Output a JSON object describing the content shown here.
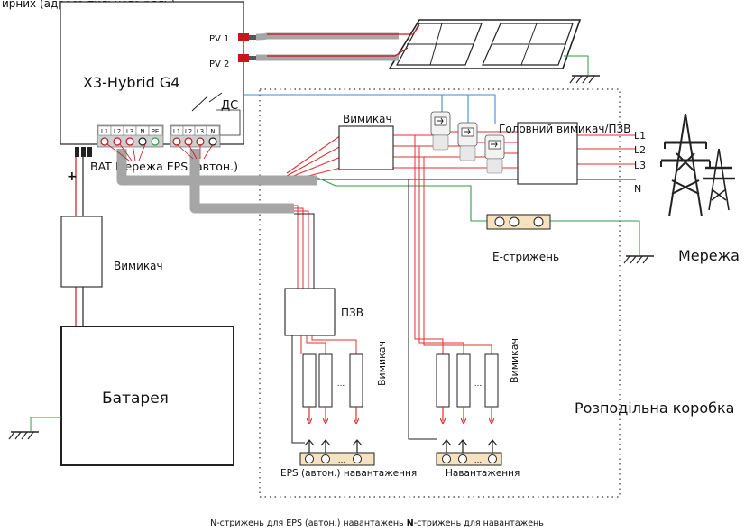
{
  "top_text": "ирних (адреса тильного ряду)",
  "inverter": {
    "model": "X3-Hybrid G4",
    "pv1": "PV 1",
    "pv2": "PV 2",
    "dc": "ДС",
    "terminals_left": [
      "L1",
      "L2",
      "L3",
      "N",
      "PE"
    ],
    "terminals_right": [
      "L1",
      "L2",
      "L3",
      "N"
    ],
    "port_labels": "BAT Мережа EPS (автон.)"
  },
  "battery": {
    "label": "Батарея",
    "breaker": "Вимикач",
    "plus": "+"
  },
  "distribution": {
    "breaker": "Вимикач",
    "main_breaker": "Головний вимикач/ПЗВ",
    "rcd": "ПЗВ",
    "breaker_left_vertical": "Вимикач",
    "breaker_right_vertical": "Вимикач",
    "e_bar": "Е-стрижень",
    "ellipsis": "...",
    "box_label": "Розподільна коробка",
    "eps_loads": "EPS (автон.) навантаження",
    "loads": "Навантаження"
  },
  "grid": {
    "lines": [
      "L1",
      "L2",
      "L3",
      "N"
    ],
    "label": "Мережа"
  },
  "footer": {
    "part1": "N-стрижень для EPS (автон.) навантажень ",
    "bold": "N",
    "part2": "-стрижень для навантажень"
  },
  "colors": {
    "phase_wire": "#e03030",
    "neutral_wire": "#111111",
    "earth_wire": "#2e9e4a",
    "comm_wire": "#3a8fd8",
    "cable_bundle": "#a6a6a6",
    "bar_fill": "#f6e2be"
  }
}
